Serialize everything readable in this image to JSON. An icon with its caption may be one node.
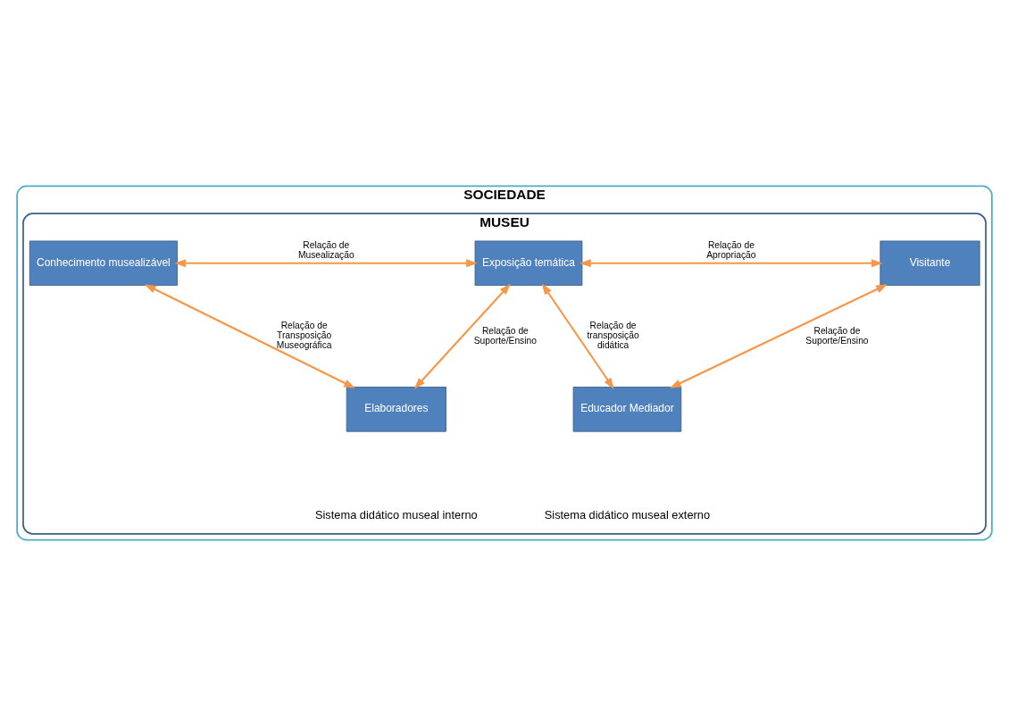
{
  "diagram": {
    "nodes": [
      {
        "text": [
          "SOCIEDADE"
        ]
      },
      {
        "text": [
          "MUSEU"
        ],
        "in": 0
      },
      {
        "text": [
          "Conhecimento musealizável"
        ],
        "in": 1
      },
      {
        "text": [
          "Exposição temática"
        ],
        "in": 1
      },
      {
        "text": [
          "Visitante"
        ],
        "in": 1
      },
      {
        "text": [
          "Elaboradores"
        ],
        "in": 1
      },
      {
        "text": [
          "Educador Mediador"
        ],
        "in": 1
      }
    ],
    "edges": [
      {
        "from": 2,
        "to": 3,
        "arrow": "both",
        "label": "Relação de Musealização"
      },
      {
        "from": 3,
        "to": 4,
        "arrow": "both",
        "label": "Relação de Apropriação"
      },
      {
        "from": 2,
        "to": 5,
        "arrow": "both",
        "label": "Relação de Transposição Museográfica"
      },
      {
        "from": 5,
        "to": 3,
        "arrow": "both",
        "label": "Relação de Suporte/Ensino"
      },
      {
        "from": 3,
        "to": 6,
        "arrow": "both",
        "label": "Relação de transposição didática"
      },
      {
        "from": 4,
        "to": 6,
        "arrow": "both",
        "label": "Relação de Suporte/Ensino"
      }
    ],
    "labels": [
      "Sistema didático museal interno",
      "Sistema didático museal externo"
    ]
  }
}
